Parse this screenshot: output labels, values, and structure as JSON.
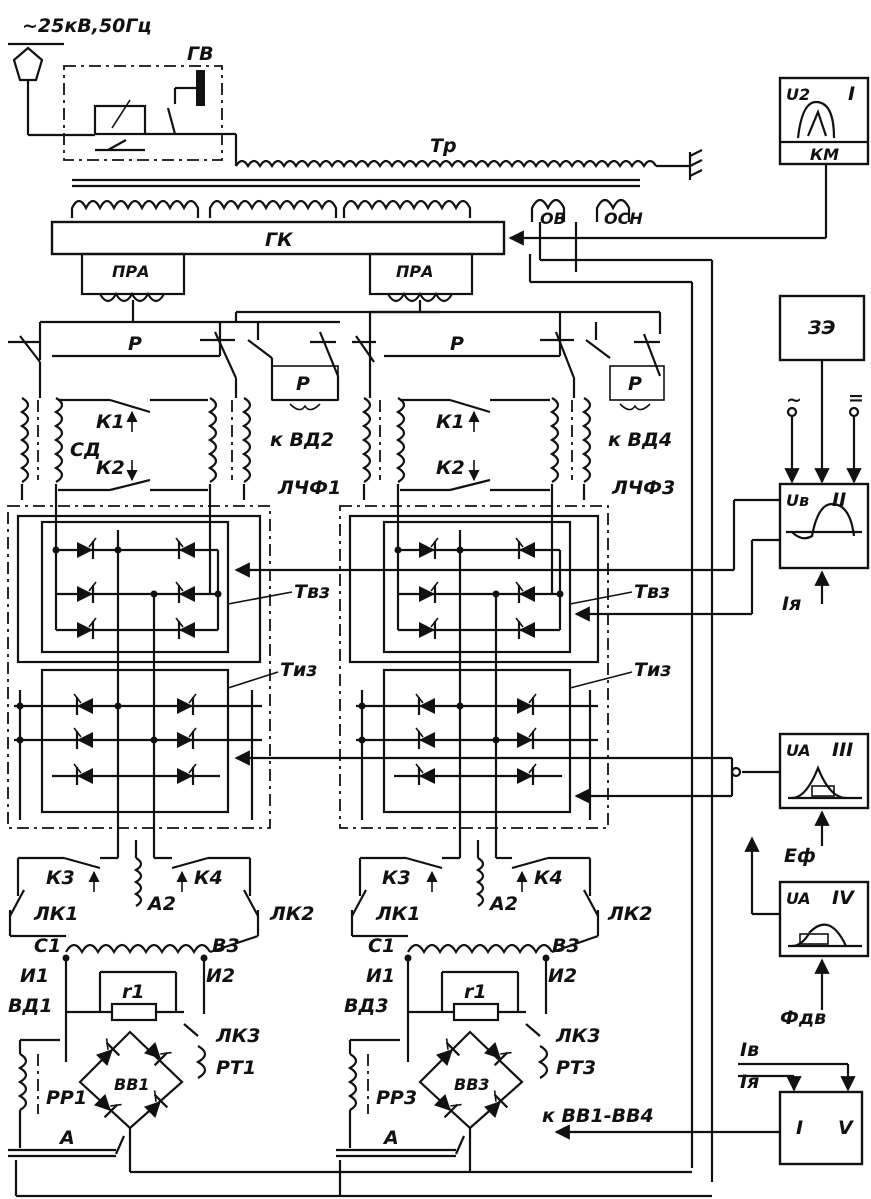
{
  "colors": {
    "ink": "#111111",
    "paper": "#ffffff"
  },
  "supply": {
    "label": "~25кВ,50Гц"
  },
  "top": {
    "main_switch": "ГВ",
    "transformer": "Тр",
    "tap_changer": "ГК",
    "field_winding": "ОВ",
    "aux_winding": "ОСН",
    "reactor_left": "ПРА",
    "reactor_right": "ПРА",
    "icon_supply": "pantograph-icon",
    "icon_ground": "ground-icon"
  },
  "left_unit": {
    "relay_main": "Р",
    "relay_aux": "Р",
    "to_motor": "к ВД2",
    "smoothing": "СД",
    "contactor_1": "К1",
    "contactor_2": "К2",
    "converter": "ЛЧФ1",
    "rectifier_group": "Твз",
    "inverter_group": "Тиз",
    "contactor_3": "К3",
    "contactor_4": "К4",
    "line_contactor_1": "ЛК1",
    "line_contactor_2": "ЛК2",
    "line_contactor_3": "ЛК3",
    "terminal_a2": "А2",
    "terminal_c1": "С1",
    "terminal_b3": "В3",
    "terminal_i1": "И1",
    "terminal_i2": "И2",
    "resistor": "r1",
    "motor": "ВД1",
    "field_bridge": "ВВ1",
    "relay_rt": "РТ1",
    "relay_rr": "РР1",
    "terminal_a": "А"
  },
  "right_unit": {
    "relay_main": "Р",
    "relay_aux": "Р",
    "to_motor": "к ВД4",
    "contactor_1": "К1",
    "contactor_2": "К2",
    "converter": "ЛЧФ3",
    "rectifier_group": "Твз",
    "inverter_group": "Тиз",
    "contactor_3": "К3",
    "contactor_4": "К4",
    "line_contactor_1": "ЛК1",
    "line_contactor_2": "ЛК2",
    "line_contactor_3": "ЛК3",
    "terminal_a2": "А2",
    "terminal_c1": "С1",
    "terminal_b3": "В3",
    "terminal_i1": "И1",
    "terminal_i2": "И2",
    "resistor": "r1",
    "motor": "ВД3",
    "field_bridge": "ВВ3",
    "relay_rt": "РТ3",
    "relay_rr": "РР3",
    "terminal_a": "А"
  },
  "control": {
    "block1": {
      "numeral": "I",
      "signal": "U2",
      "unit": "КМ"
    },
    "block_ze": {
      "label": "ЗЭ"
    },
    "block2": {
      "numeral": "II",
      "signal": "Uв",
      "input_label": "Iя",
      "ac_symbol": "~",
      "dc_symbol": "="
    },
    "block3": {
      "numeral": "III",
      "signal": "UA",
      "input_label": "Eф"
    },
    "block4": {
      "numeral": "IV",
      "signal": "UA",
      "input_label": "Фдв"
    },
    "block5": {
      "left": "I",
      "right": "V",
      "input_1": "Iв",
      "input_2": "Iя",
      "output_label": "к ВВ1-ВВ4"
    }
  }
}
